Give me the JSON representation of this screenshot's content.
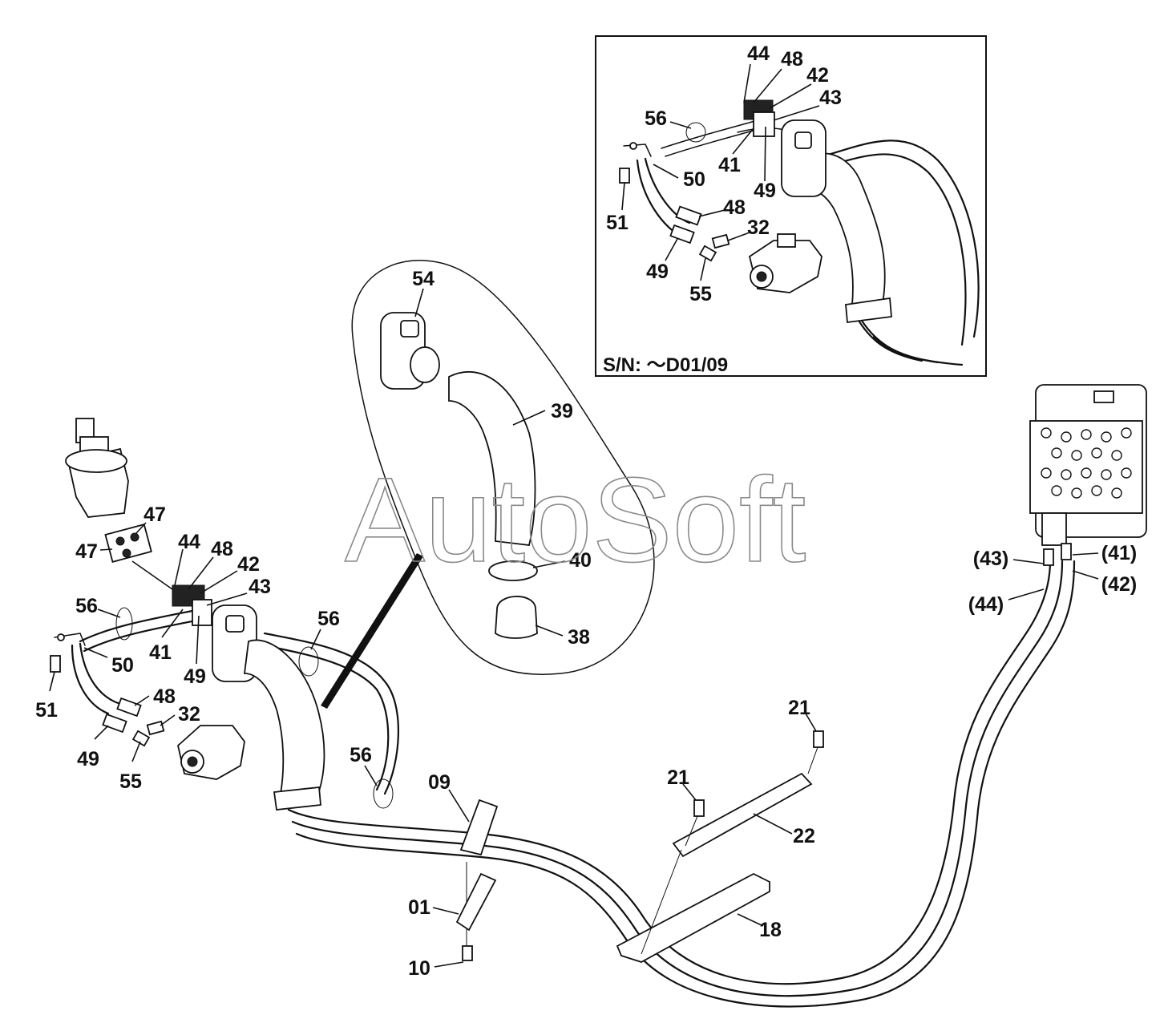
{
  "watermark": "AutoSoft",
  "inset": {
    "serial_note": "S/N: ～D01/09",
    "labels": {
      "c44": "44",
      "c48a": "48",
      "c42": "42",
      "c43": "43",
      "c56": "56",
      "c50": "50",
      "c41": "41",
      "c49a": "49",
      "c51": "51",
      "c48b": "48",
      "c32": "32",
      "c49b": "49",
      "c55": "55"
    }
  },
  "detail": {
    "labels": {
      "c54": "54",
      "c39": "39",
      "c40": "40",
      "c38": "38"
    }
  },
  "main": {
    "labels": {
      "c47a": "47",
      "c47b": "47",
      "c44": "44",
      "c48a": "48",
      "c42": "42",
      "c43": "43",
      "c56a": "56",
      "c56b": "56",
      "c56c": "56",
      "c50": "50",
      "c41": "41",
      "c49a": "49",
      "c51": "51",
      "c48b": "48",
      "c32": "32",
      "c49b": "49",
      "c55": "55",
      "c09": "09",
      "c01": "01",
      "c10": "10",
      "c21a": "21",
      "c21b": "21",
      "c22": "22",
      "c18": "18",
      "p43": "(43)",
      "p41": "(41)",
      "p44": "(44)",
      "p42": "(42)"
    }
  }
}
